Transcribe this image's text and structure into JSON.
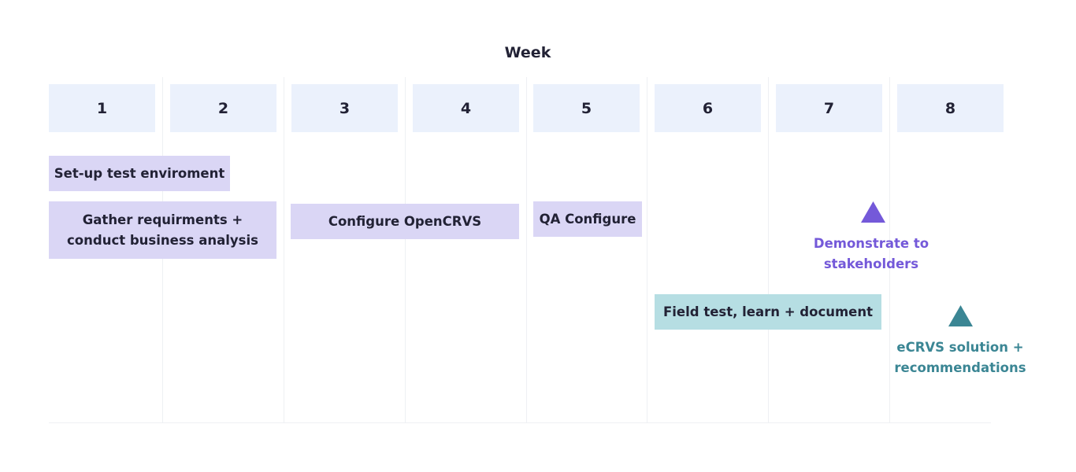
{
  "timeline": {
    "title": "Week",
    "weeks": [
      "1",
      "2",
      "3",
      "4",
      "5",
      "6",
      "7",
      "8"
    ]
  },
  "tasks": {
    "setup": "Set-up test enviroment",
    "gather_line1": "Gather requirments +",
    "gather_line2": "conduct business analysis",
    "configure": "Configure OpenCRVS",
    "qa": "QA Configure",
    "field": "Field test, learn + document"
  },
  "milestones": {
    "demonstrate_line1": "Demonstrate to",
    "demonstrate_line2": "stakeholders",
    "ecrvs_line1": "eCRVS solution +",
    "ecrvs_line2": "recommendations"
  },
  "colors": {
    "task_purple": "#dad6f5",
    "task_teal": "#b6dee3",
    "milestone_purple": "#7459d9",
    "milestone_teal": "#3b8694",
    "week_bg": "#ebf1fc",
    "text": "#222235"
  }
}
